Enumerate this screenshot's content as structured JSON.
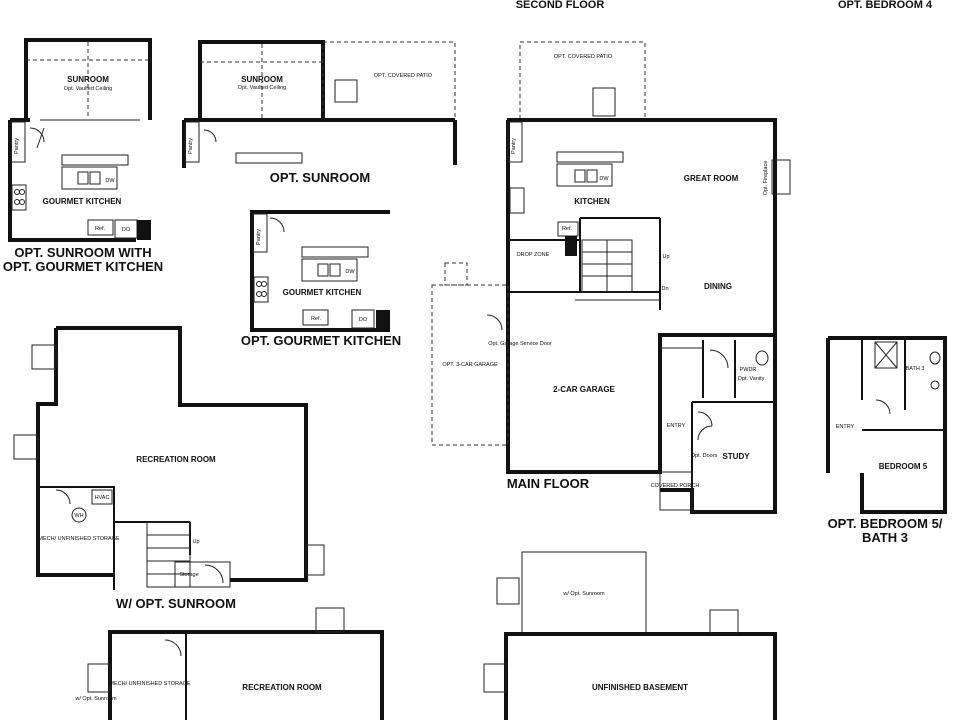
{
  "headers": {
    "second_floor": "SECOND FLOOR",
    "opt_bedroom_4": "OPT. BEDROOM 4"
  },
  "plans": {
    "sunroom_gourmet": {
      "caption_line1": "OPT. SUNROOM WITH",
      "caption_line2": "OPT. GOURMET KITCHEN",
      "sunroom": "SUNROOM",
      "vaulted": "Opt. Vaulted Ceiling",
      "kitchen": "GOURMET KITCHEN",
      "pantry": "Pantry",
      "dw": "DW",
      "ref": "Ref.",
      "do": "DO"
    },
    "opt_sunroom": {
      "caption": "OPT. SUNROOM",
      "sunroom": "SUNROOM",
      "vaulted": "Opt. Vaulted Ceiling",
      "patio": "OPT. COVERED PATIO",
      "pantry": "Pantry"
    },
    "gourmet_kitchen": {
      "caption": "OPT. GOURMET KITCHEN",
      "kitchen": "GOURMET KITCHEN",
      "pantry": "Pantry",
      "dw": "DW",
      "ref": "Ref.",
      "do": "DO"
    },
    "main_floor": {
      "caption": "MAIN FLOOR",
      "patio": "OPT. COVERED PATIO",
      "pantry": "Pantry",
      "kitchen": "KITCHEN",
      "dw": "DW",
      "ref": "Ref.",
      "great_room": "GREAT ROOM",
      "fireplace": "Opt. Fireplace",
      "dining": "DINING",
      "drop_zone": "DROP ZONE",
      "up": "Up",
      "dn": "Dn",
      "opt_3car": "OPT. 3-CAR GARAGE",
      "service_door": "Opt. Garage Service Door",
      "garage": "2-CAR GARAGE",
      "pwdr": "PWDR",
      "vanity": "Opt. Vanity",
      "entry": "ENTRY",
      "doors": "Opt. Doors",
      "study": "STUDY",
      "porch": "COVERED PORCH"
    },
    "bedroom5": {
      "caption_line1": "OPT. BEDROOM 5/",
      "caption_line2": "BATH 3",
      "entry": "ENTRY",
      "bath": "BATH 3",
      "bedroom": "BEDROOM 5"
    },
    "basement_sunroom": {
      "caption": "W/ OPT. SUNROOM",
      "rec_room": "RECREATION ROOM",
      "mech": "MECH/ UNFINISHED STORAGE",
      "wh": "WH",
      "hvac": "HVAC",
      "up": "Up",
      "storage": "Storage"
    },
    "basement_rec": {
      "mech": "MECH/ UNFINISHED STORAGE",
      "rec_room": "RECREATION ROOM",
      "w_sunroom": "w/ Opt. Sunroom"
    },
    "basement_unfinished": {
      "unfinished": "UNFINISHED BASEMENT",
      "w_sunroom": "w/ Opt. Sunroom"
    }
  }
}
